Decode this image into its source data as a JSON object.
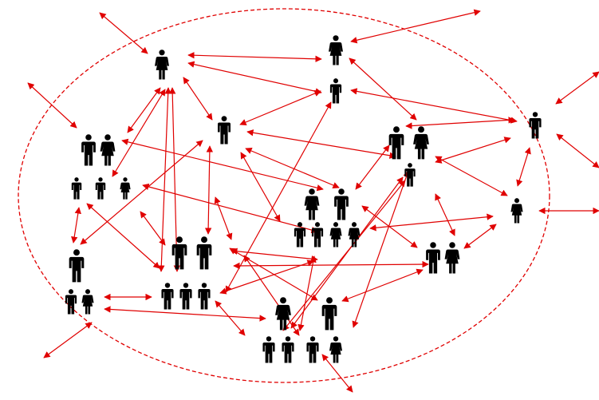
{
  "diagram": {
    "kind": "social-network",
    "colors": {
      "background": "#ffffff",
      "boundary": "#e00000",
      "edge": "#e00000",
      "person": "#000000"
    },
    "boundary_style": "dashed-ellipse",
    "edge_style": "double-headed-arrow",
    "person_icons": [
      "man-icon",
      "woman-icon",
      "person-small-icon"
    ]
  }
}
